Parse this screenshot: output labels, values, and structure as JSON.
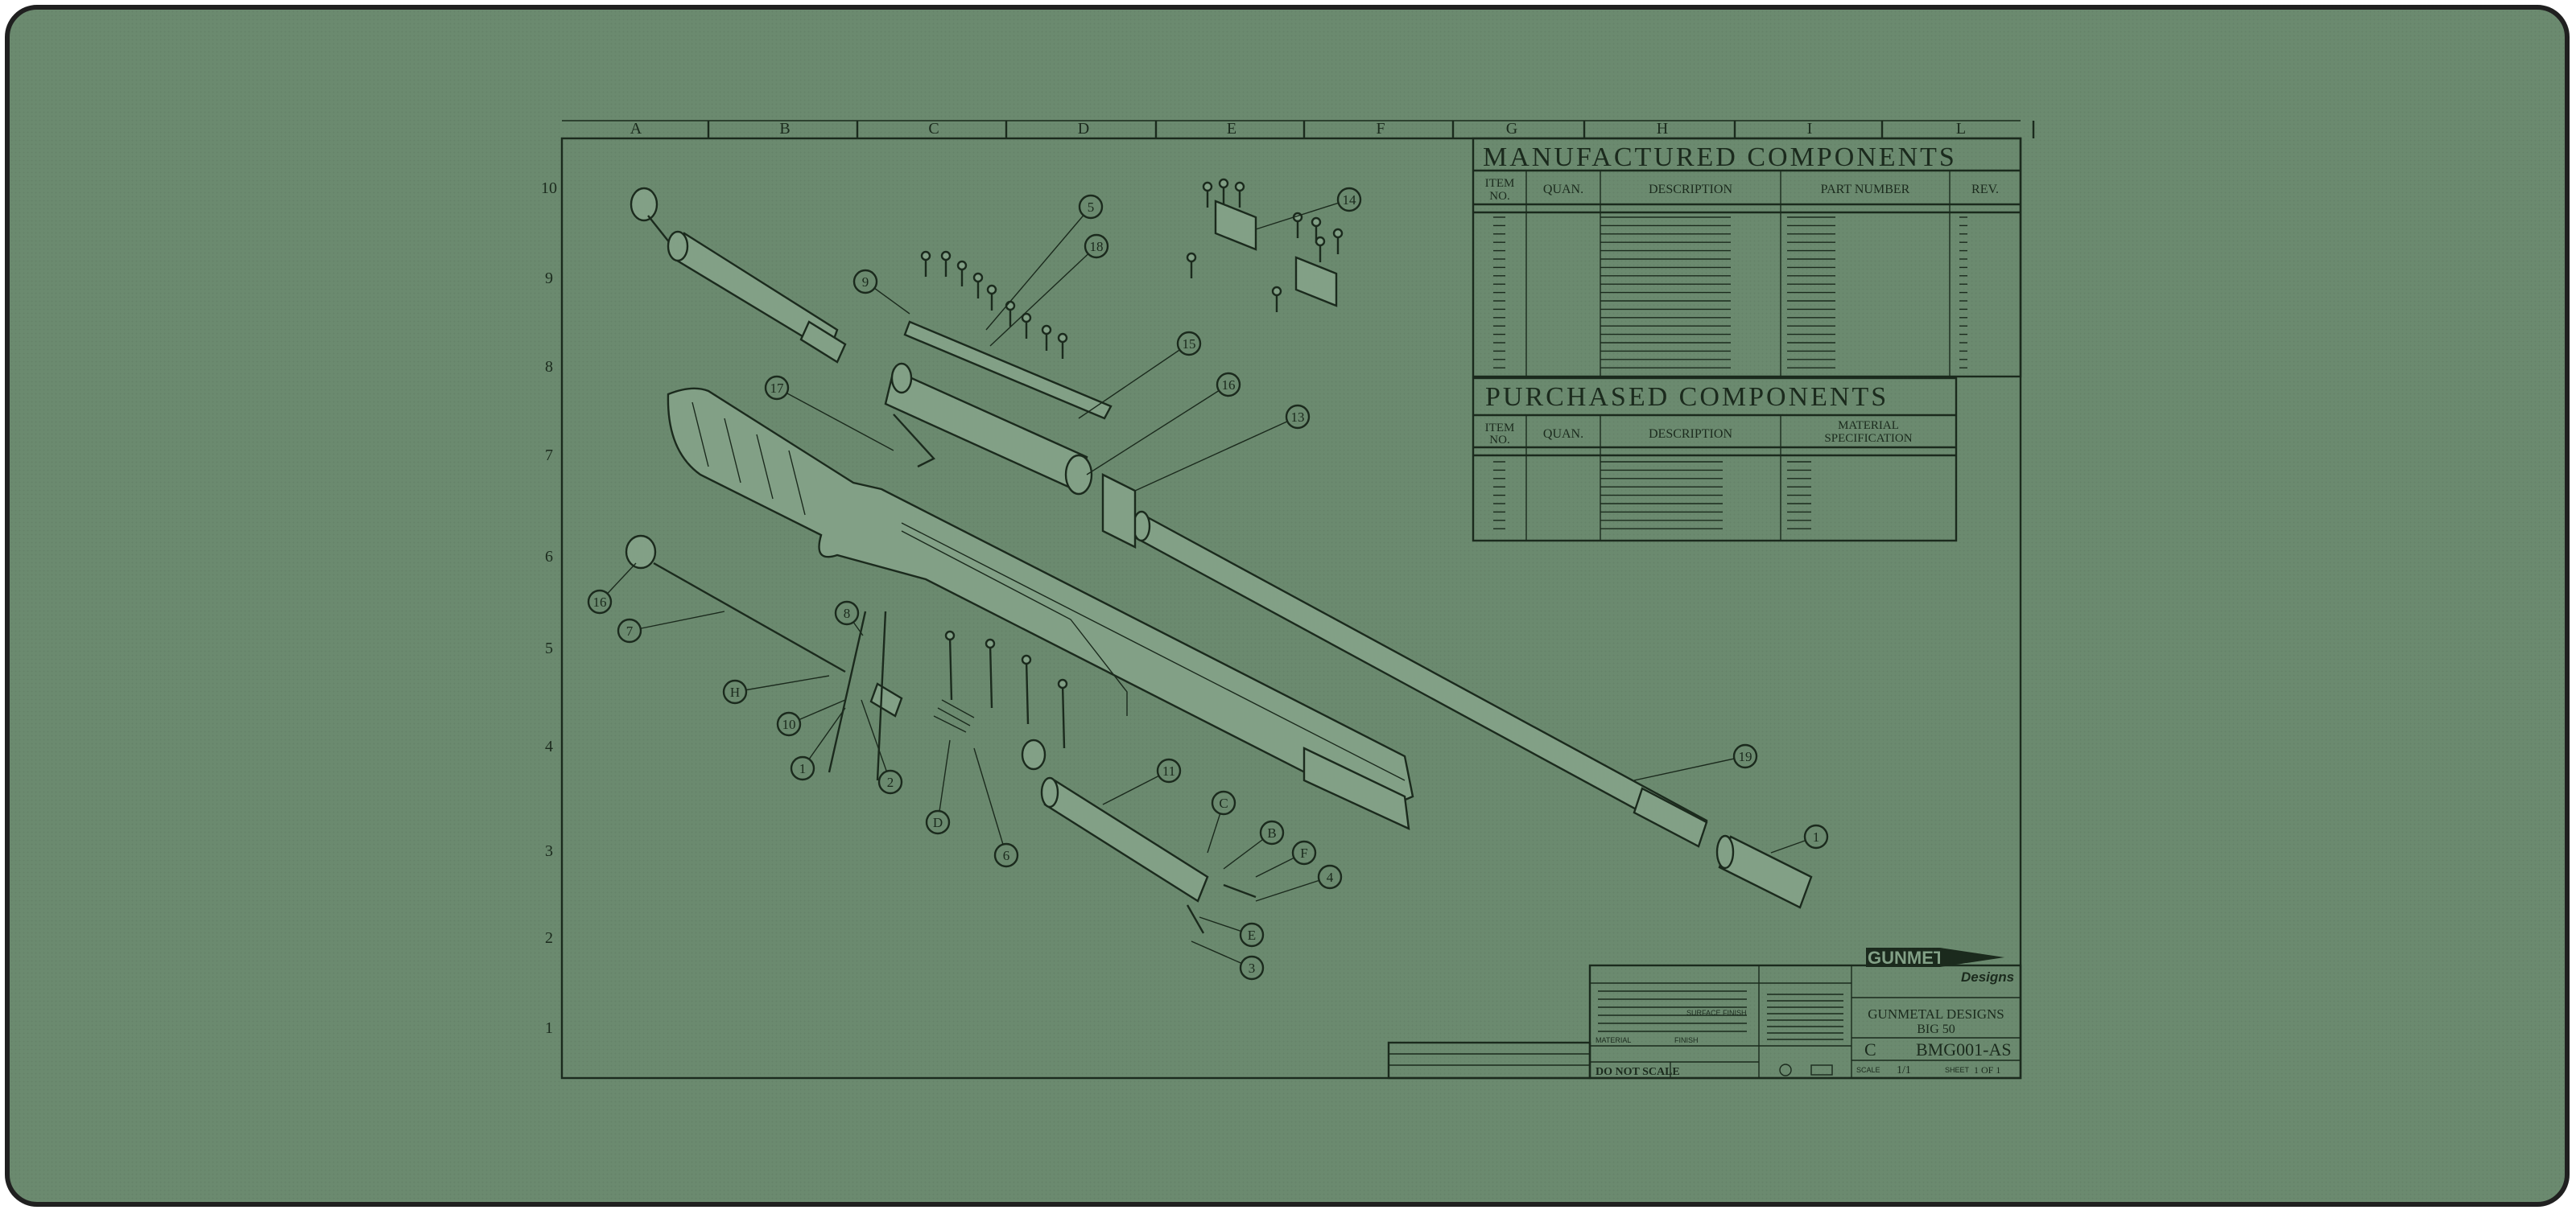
{
  "colors": {
    "mat": "#6b8a6f",
    "ink": "#1b2a1d",
    "border": "#202020"
  },
  "grid": {
    "columns": [
      "A",
      "B",
      "C",
      "D",
      "E",
      "F",
      "G",
      "H",
      "I",
      "L"
    ],
    "rows": [
      "10",
      "9",
      "8",
      "7",
      "6",
      "5",
      "4",
      "3",
      "2",
      "1"
    ]
  },
  "manufactured": {
    "title": "MANUFACTURED COMPONENTS",
    "headers": {
      "item": [
        "ITEM",
        "NO."
      ],
      "quan": "QUAN.",
      "desc": "DESCRIPTION",
      "part": "PART NUMBER",
      "rev": "REV."
    },
    "rows": 19
  },
  "purchased": {
    "title": "PURCHASED COMPONENTS",
    "headers": {
      "item": [
        "ITEM",
        "NO."
      ],
      "quan": "QUAN.",
      "desc": "DESCRIPTION",
      "spec": [
        "MATERIAL",
        "SPECIFICATION"
      ]
    },
    "rows": 9
  },
  "callouts": [
    "5",
    "14",
    "9",
    "18",
    "15",
    "17",
    "16",
    "13",
    "16",
    "7",
    "8",
    "H",
    "10",
    "1",
    "2",
    "D",
    "6",
    "11",
    "C",
    "B",
    "F",
    "4",
    "E",
    "3",
    "19",
    "1"
  ],
  "title_block": {
    "brand": "GUNMETAL",
    "brand_sub": "Designs",
    "company": "GUNMETAL DESIGNS",
    "product": "BIG 50",
    "size": "C",
    "drawing_no": "BMG001-AS",
    "scale_label": "SCALE",
    "scale": "1/1",
    "sheet_label": "SHEET",
    "sheet": "1 OF 1",
    "do_not_scale": "DO NOT SCALE",
    "surface_finish": "SURFACE FINISH",
    "material": "MATERIAL",
    "finish": "FINISH"
  }
}
